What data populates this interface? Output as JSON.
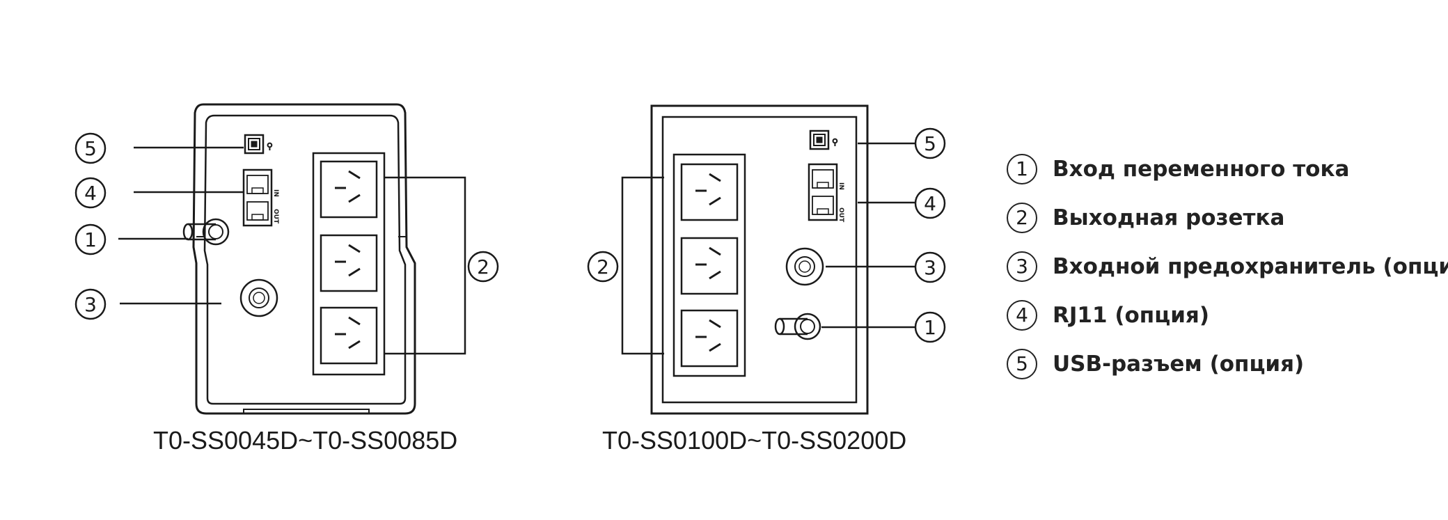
{
  "captions": {
    "left": "T0-SS0045D~T0-SS0085D",
    "right": "T0-SS0100D~T0-SS0200D"
  },
  "callouts": {
    "n1": "1",
    "n2": "2",
    "n3": "3",
    "n4": "4",
    "n5": "5"
  },
  "port_labels": {
    "in": "IN",
    "out": "OUT"
  },
  "legend": [
    {
      "number": "1",
      "label": "Вход переменного тока"
    },
    {
      "number": "2",
      "label": "Выходная розетка"
    },
    {
      "number": "3",
      "label": "Входной предохранитель (опция)"
    },
    {
      "number": "4",
      "label": "RJ11 (опция)"
    },
    {
      "number": "5",
      "label": "USB-разъем (опция)"
    }
  ],
  "colors": {
    "line": "#1a1a1a",
    "background": "#ffffff"
  }
}
